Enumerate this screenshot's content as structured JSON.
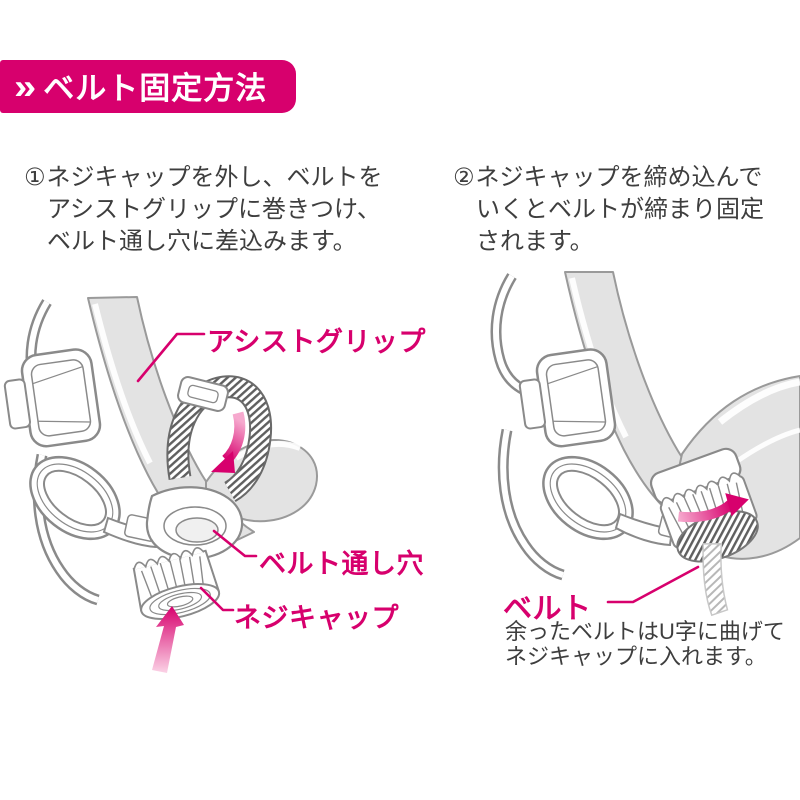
{
  "header": {
    "chevron_icon": "»",
    "title": "ベルト固定方法"
  },
  "steps": [
    {
      "number": "①",
      "lines": [
        "ネジキャップを外し、ベルトを",
        "アシストグリップに巻きつけ、",
        "ベルト通し穴に差込みます。"
      ]
    },
    {
      "number": "②",
      "lines": [
        "ネジキャップを締め込んで",
        "いくとベルトが締まり固定",
        "されます。"
      ]
    }
  ],
  "labels": {
    "assist_grip": "アシストグリップ",
    "belt_through_hole": "ベルト通し穴",
    "screw_cap": "ネジキャップ",
    "belt": "ベルト"
  },
  "note": {
    "lines": [
      "余ったベルトはU字に曲げて",
      "ネジキャップに入れます。"
    ]
  },
  "colors": {
    "accent": "#d7006d",
    "text": "#3e3e3e",
    "banner_text": "#ffffff",
    "outline_gray": "#8a8a8a",
    "fill_gray": "#e3e3e3"
  }
}
